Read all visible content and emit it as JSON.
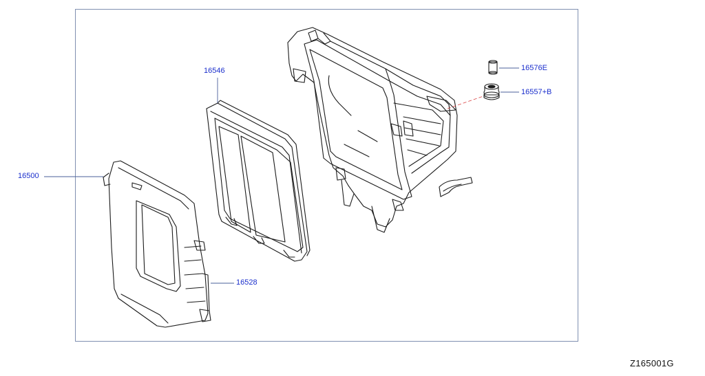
{
  "callouts": {
    "assembly": "16500",
    "filter": "16546",
    "cover": "16528",
    "collar": "16576E",
    "grommet": "16557+B"
  },
  "diagram_code": "Z165001G",
  "colors": {
    "frame": "#7f8fb0",
    "leader": "#4a5f9a",
    "label": "#1a2ecc",
    "leader_accent": "#d94040",
    "outline": "#1a1a1a"
  }
}
